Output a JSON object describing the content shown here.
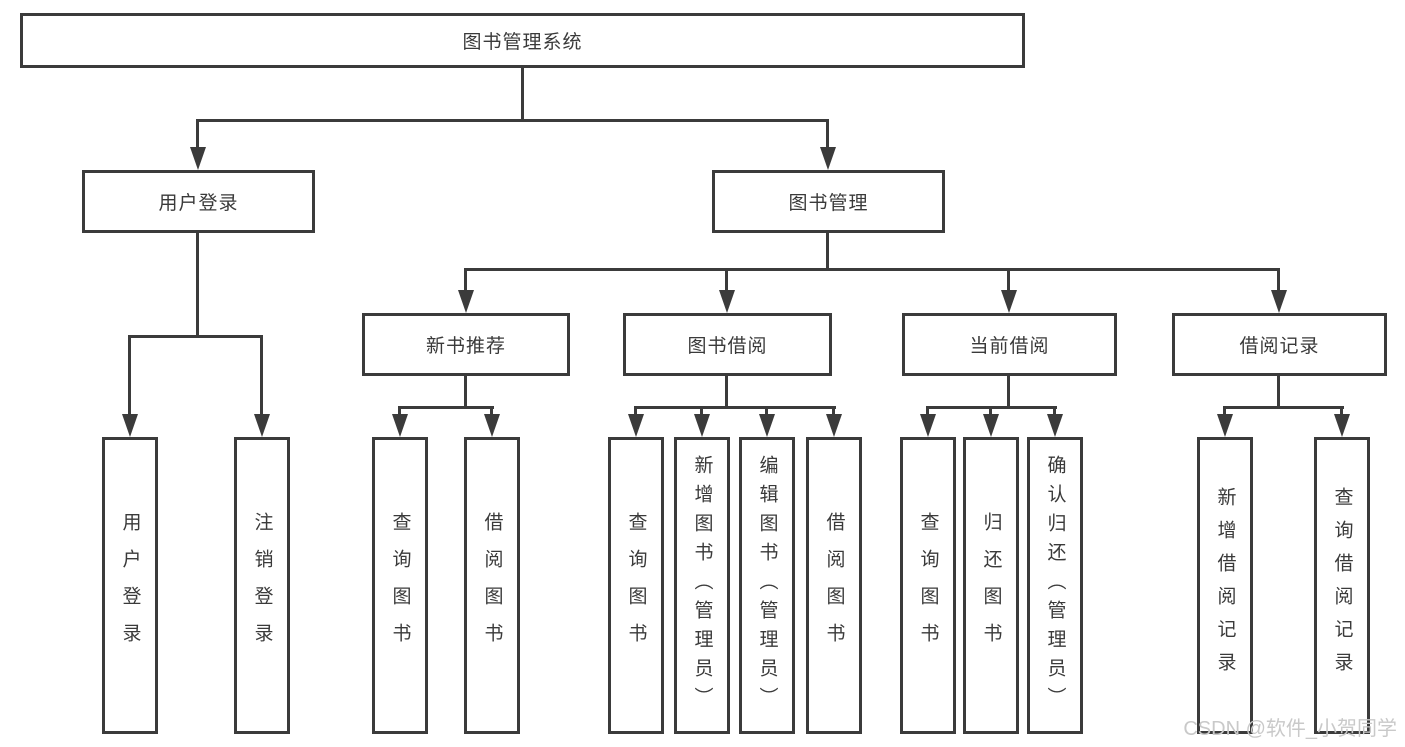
{
  "colors": {
    "line": "#3b3b3b",
    "text": "#3a3a3a",
    "background": "#ffffff",
    "watermark": "#c9c9c9"
  },
  "watermark": "CSDN @软件_小贺同学",
  "tree": {
    "label": "图书管理系统",
    "children": [
      {
        "label": "用户登录",
        "children": [
          {
            "label": "用户登录"
          },
          {
            "label": "注销登录"
          }
        ]
      },
      {
        "label": "图书管理",
        "children": [
          {
            "label": "新书推荐",
            "children": [
              {
                "label": "查询图书"
              },
              {
                "label": "借阅图书"
              }
            ]
          },
          {
            "label": "图书借阅",
            "children": [
              {
                "label": "查询图书"
              },
              {
                "label": "新增图书（管理员）"
              },
              {
                "label": "编辑图书（管理员）"
              },
              {
                "label": "借阅图书"
              }
            ]
          },
          {
            "label": "当前借阅",
            "children": [
              {
                "label": "查询图书"
              },
              {
                "label": "归还图书"
              },
              {
                "label": "确认归还（管理员）"
              }
            ]
          },
          {
            "label": "借阅记录",
            "children": [
              {
                "label": "新增借阅记录"
              },
              {
                "label": "查询借阅记录"
              }
            ]
          }
        ]
      }
    ]
  }
}
